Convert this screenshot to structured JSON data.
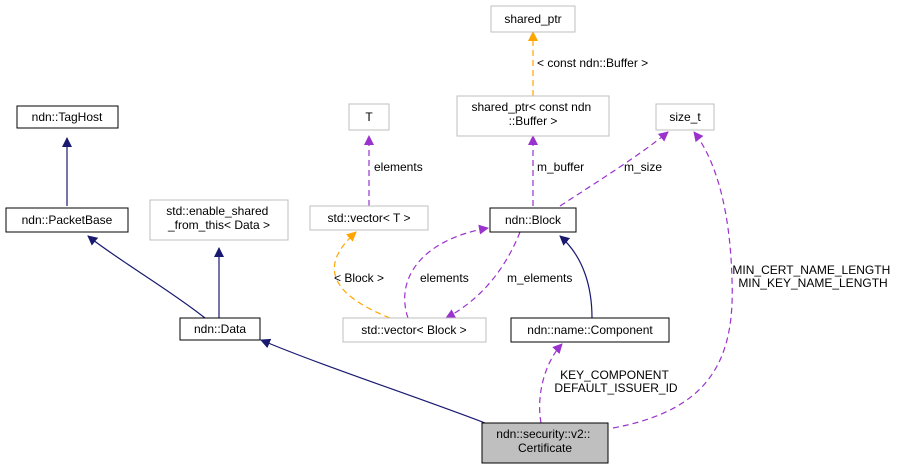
{
  "colors": {
    "inheritance": "#191970",
    "usage": "#9a32cd",
    "template": "#ffa500",
    "focus_fill": "#bfbfbf",
    "light_border": "#bfbfbf"
  },
  "nodes": {
    "shared_ptr": [
      "shared_ptr"
    ],
    "shared_ptr_buffer": [
      "shared_ptr< const ndn",
      "::Buffer >"
    ],
    "size_t": [
      "size_t"
    ],
    "T": [
      "T"
    ],
    "tag_host": [
      "ndn::TagHost"
    ],
    "packet_base": [
      "ndn::PacketBase"
    ],
    "enable_shared": [
      "std::enable_shared",
      "_from_this< Data >"
    ],
    "vector_t": [
      "std::vector< T >"
    ],
    "block": [
      "ndn::Block"
    ],
    "data": [
      "ndn::Data"
    ],
    "vector_block": [
      "std::vector< Block >"
    ],
    "component": [
      "ndn::name::Component"
    ],
    "certificate": [
      "ndn::security::v2::",
      "Certificate"
    ]
  },
  "edge_labels": {
    "const_buffer": [
      "< const ndn::Buffer >"
    ],
    "m_buffer": [
      "m_buffer"
    ],
    "m_size": [
      "m_size"
    ],
    "elements_t": [
      "elements"
    ],
    "block_tmpl": [
      "< Block >"
    ],
    "elements_block": [
      "elements"
    ],
    "m_elements": [
      "m_elements"
    ],
    "key_component": [
      "KEY_COMPONENT",
      "DEFAULT_ISSUER_ID"
    ],
    "name_length": [
      "MIN_CERT_NAME_LENGTH",
      "MIN_KEY_NAME_LENGTH"
    ]
  }
}
